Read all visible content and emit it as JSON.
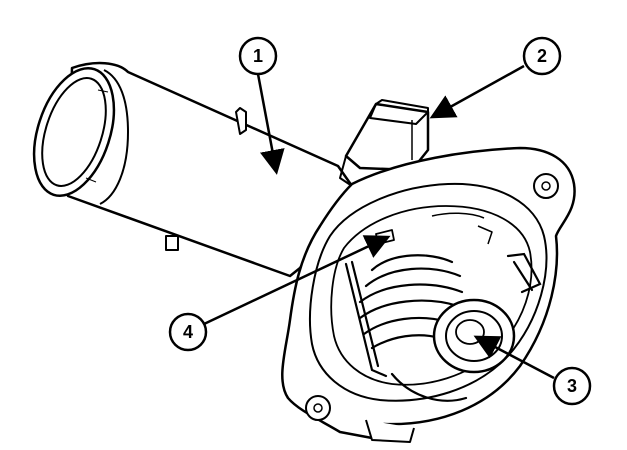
{
  "callouts": [
    {
      "number": "1"
    },
    {
      "number": "2"
    },
    {
      "number": "3"
    },
    {
      "number": "4"
    }
  ],
  "colors": {
    "line": "#000000",
    "fill": "#ffffff",
    "shade": "#cfcfcf"
  }
}
